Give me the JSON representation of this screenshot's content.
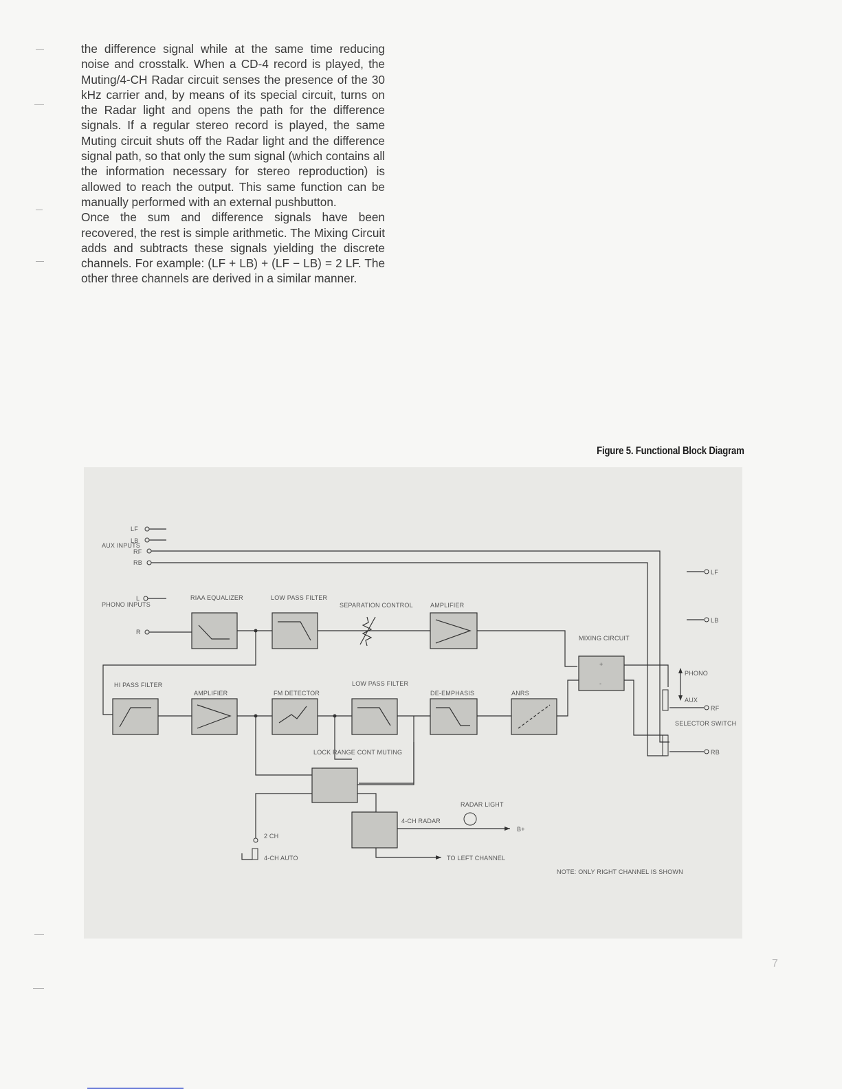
{
  "body_paragraphs": [
    "the difference signal while at the same time reducing noise and crosstalk. When a CD-4 record is played, the Muting/4-CH Radar circuit senses the presence of the 30 kHz carrier and, by means of its special circuit, turns on the Radar light and opens the path for the difference signals. If a regular stereo record is played, the same Muting circuit shuts off the Radar light and the difference signal path, so that only the sum signal (which contains all the information necessary for stereo reproduction) is allowed to reach the output. This same function can be manually performed with an external pushbutton.",
    "Once the sum and difference signals have been recovered, the rest is simple arithmetic. The Mixing Circuit adds and subtracts these signals yielding the discrete channels. For example: (LF + LB) + (LF − LB) = 2 LF. The other three channels are derived in a similar manner."
  ],
  "figure_caption": "Figure 5. Functional Block Diagram",
  "page_number": "7",
  "diagram": {
    "aux_inputs": "AUX INPUTS",
    "aux_lf": "LF",
    "aux_lb": "LB",
    "aux_rf": "RF",
    "aux_rb": "RB",
    "phono_inputs": "PHONO INPUTS",
    "phono_l": "L",
    "phono_r": "R",
    "riaa_equalizer": "RIAA EQUALIZER",
    "low_pass_filter_1": "LOW PASS FILTER",
    "separation_control": "SEPARATION CONTROL",
    "amplifier_1": "AMPLIFIER",
    "mixing_circuit": "MIXING CIRCUIT",
    "hi_pass_filter": "HI PASS FILTER",
    "amplifier_2": "AMPLIFIER",
    "fm_detector": "FM DETECTOR",
    "low_pass_filter_2": "LOW PASS FILTER",
    "de_emphasis": "DE-EMPHASIS",
    "anrs": "ANRS",
    "lock_range_cont_muting": "LOCK RANGE CONT MUTING",
    "radar_light": "RADAR LIGHT",
    "four_ch_radar": "4-CH RADAR",
    "b_plus": "B+",
    "to_left_channel": "TO LEFT CHANNEL",
    "two_ch": "2 CH",
    "four_ch_auto": "4-CH AUTO",
    "out_lf": "LF",
    "out_lb": "LB",
    "out_rf": "RF",
    "out_rb": "RB",
    "phono": "PHONO",
    "aux": "AUX",
    "selector_switch": "SELECTOR SWITCH",
    "note": "NOTE: ONLY RIGHT CHANNEL IS SHOWN",
    "plus": "+",
    "minus": "-"
  }
}
